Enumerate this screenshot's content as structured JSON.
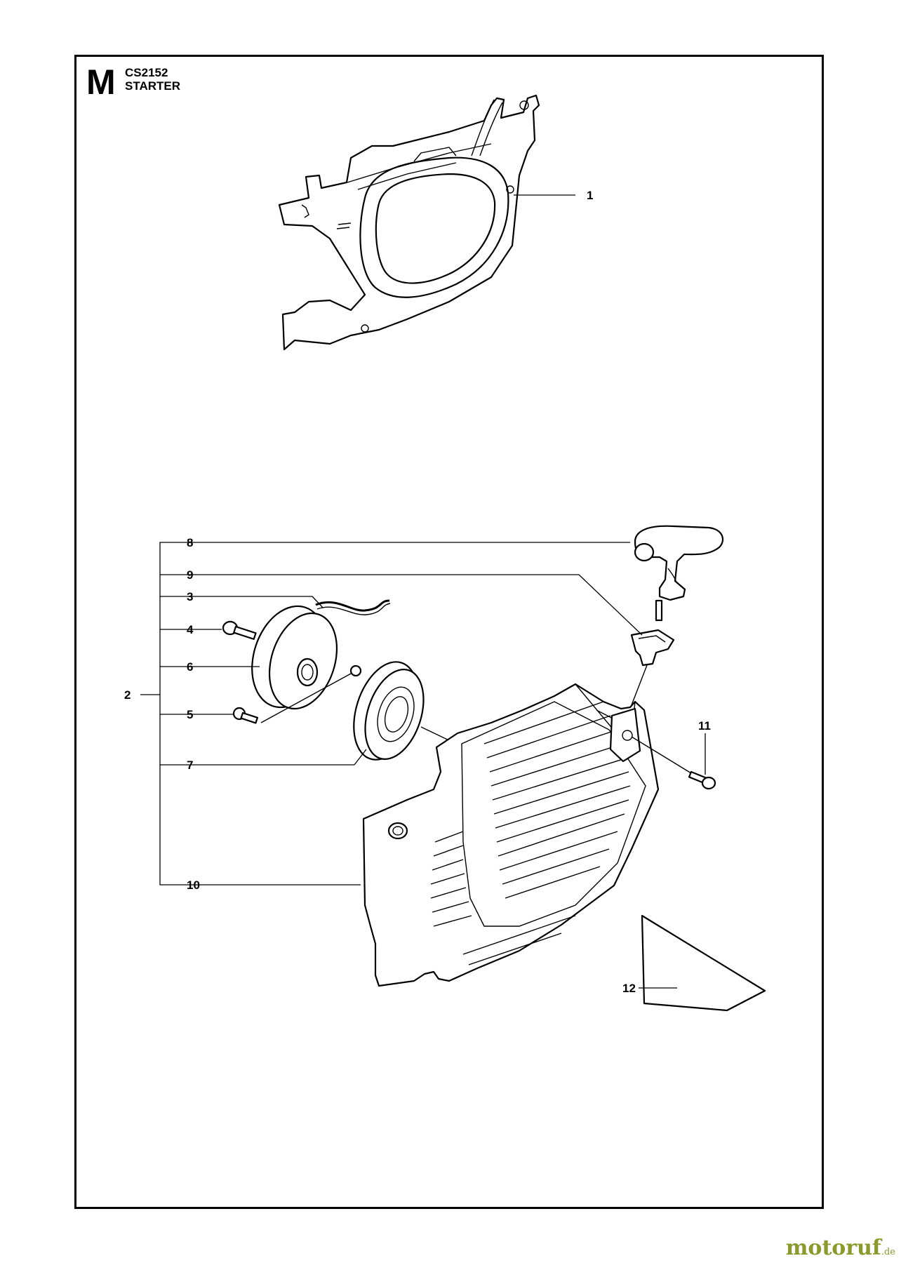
{
  "header": {
    "section_letter": "M",
    "model": "CS2152",
    "section_name": "STARTER"
  },
  "callouts": [
    "1",
    "2",
    "3",
    "4",
    "5",
    "6",
    "7",
    "8",
    "9",
    "10",
    "11",
    "12"
  ],
  "watermark": {
    "main": "motoruf",
    "tld": ".de"
  },
  "colors": {
    "line": "#000000",
    "watermark": "#8a9a2a"
  }
}
